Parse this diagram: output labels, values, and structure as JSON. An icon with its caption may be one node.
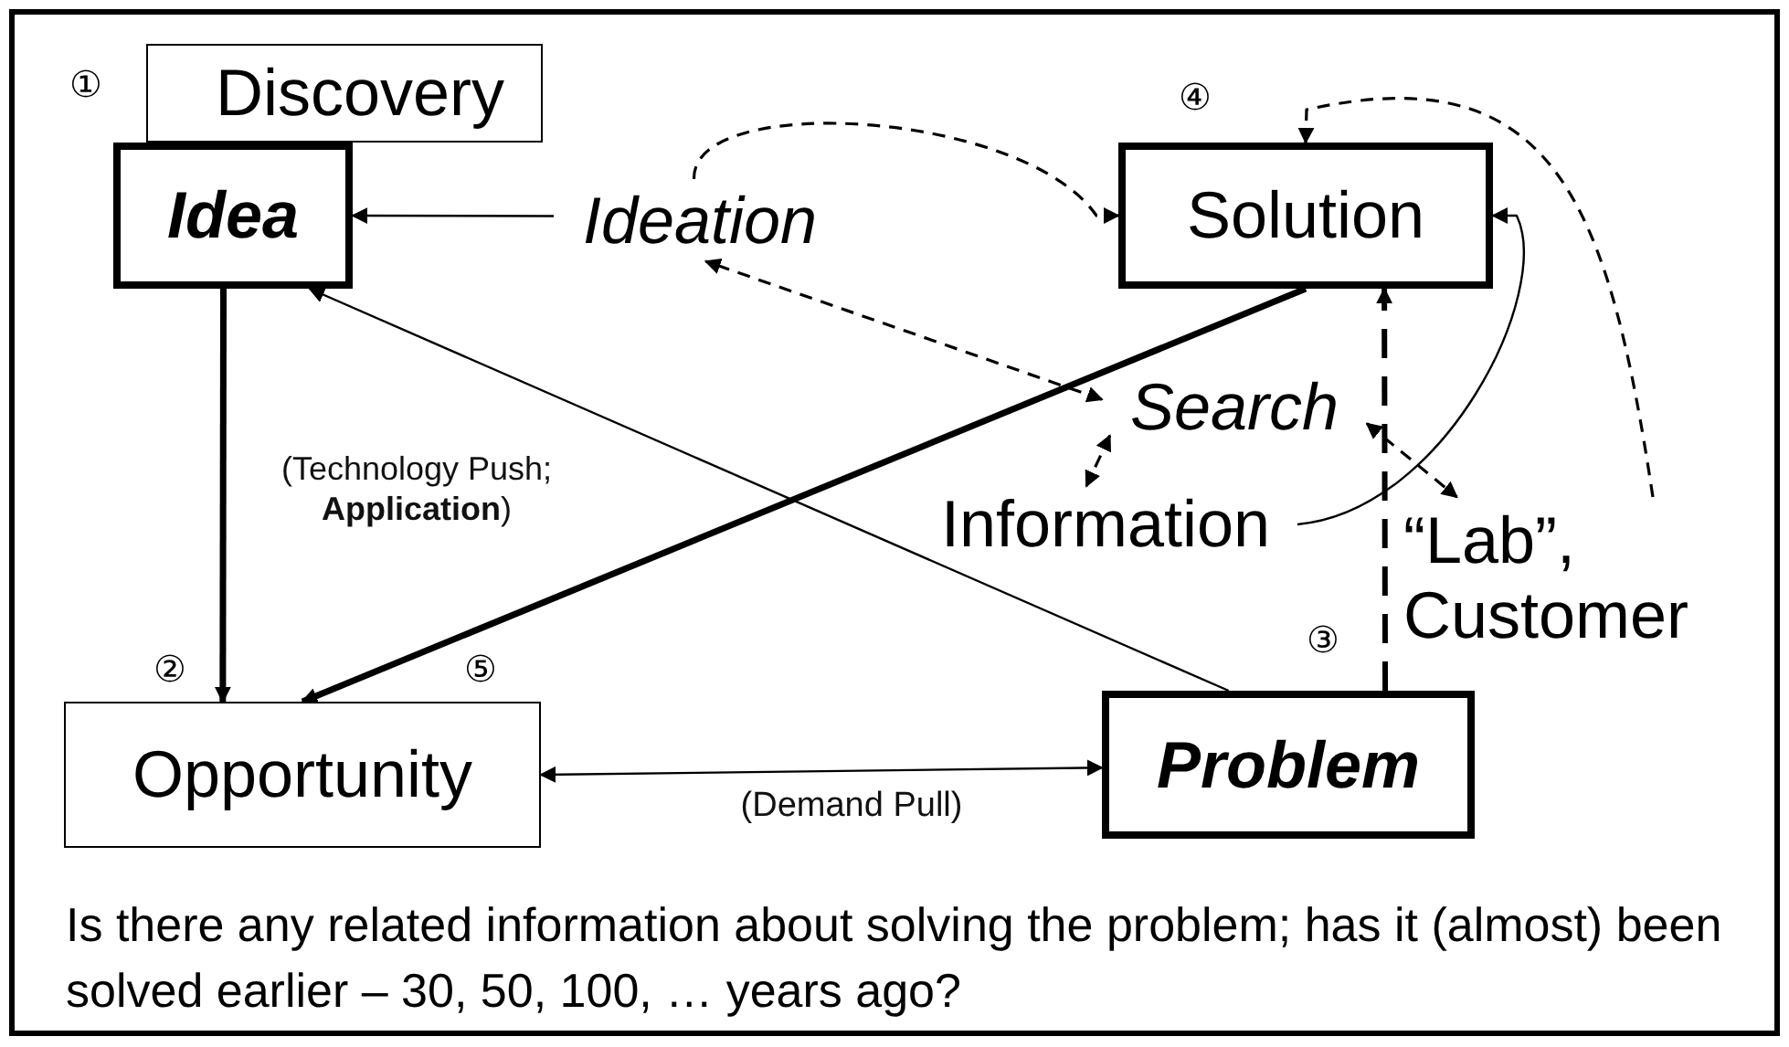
{
  "diagram": {
    "nodes": [
      {
        "text": [
          "Discovery"
        ]
      },
      {
        "text": [
          "Idea"
        ]
      },
      {
        "text": [
          "Ideation"
        ]
      },
      {
        "text": [
          "Solution"
        ]
      },
      {
        "text": [
          "Search"
        ]
      },
      {
        "text": [
          "Information"
        ]
      },
      {
        "text": [
          "“Lab”, Customer"
        ]
      },
      {
        "text": [
          "Opportunity"
        ]
      },
      {
        "text": [
          "Problem"
        ]
      }
    ],
    "edges": [
      {
        "from": 2,
        "to": 1,
        "arrow": "to"
      },
      {
        "from": 1,
        "to": 7,
        "arrow": "to",
        "style": "thick",
        "label": "(Technology Push; **Application**)"
      },
      {
        "from": 3,
        "to": 7,
        "arrow": "to",
        "style": "thick"
      },
      {
        "from": 8,
        "to": 1,
        "arrow": "to"
      },
      {
        "from": 7,
        "to": 8,
        "arrow": "both",
        "label": "(Demand Pull)"
      },
      {
        "from": 8,
        "to": 3,
        "arrow": "to",
        "style": "dashed"
      },
      {
        "from": 2,
        "to": 3,
        "arrow": "to",
        "style": "dashed"
      },
      {
        "from": 4,
        "to": 2,
        "arrow": "both",
        "style": "dashed"
      },
      {
        "from": 4,
        "to": 5,
        "arrow": "both",
        "style": "dashed"
      },
      {
        "from": 4,
        "to": 6,
        "arrow": "both",
        "style": "dashed"
      },
      {
        "from": 5,
        "to": 3,
        "arrow": "to"
      },
      {
        "from": 6,
        "to": 3,
        "arrow": "to",
        "style": "dashed"
      }
    ],
    "labels": [
      "①",
      "④",
      "③",
      "②",
      "⑤",
      "Is there any related information about solving the problem; has it (almost) been solved earlier – 30, 50, 100, … years ago?"
    ]
  }
}
